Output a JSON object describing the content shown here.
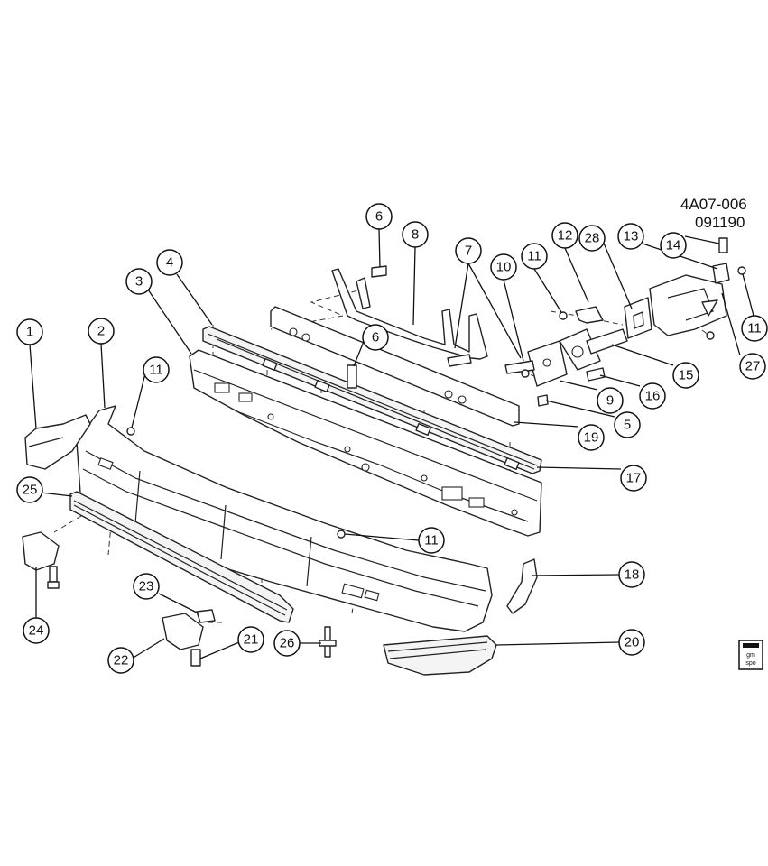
{
  "diagram": {
    "drawing_code": "4A07-006",
    "drawing_date": "091190",
    "logo": {
      "line1": "gm",
      "line2": "spo"
    },
    "callouts": [
      "1",
      "2",
      "3",
      "4",
      "5",
      "6",
      "6",
      "7",
      "8",
      "9",
      "10",
      "11",
      "11",
      "11",
      "11",
      "12",
      "13",
      "14",
      "15",
      "16",
      "17",
      "18",
      "19",
      "20",
      "21",
      "22",
      "23",
      "24",
      "25",
      "26",
      "27",
      "28"
    ]
  }
}
